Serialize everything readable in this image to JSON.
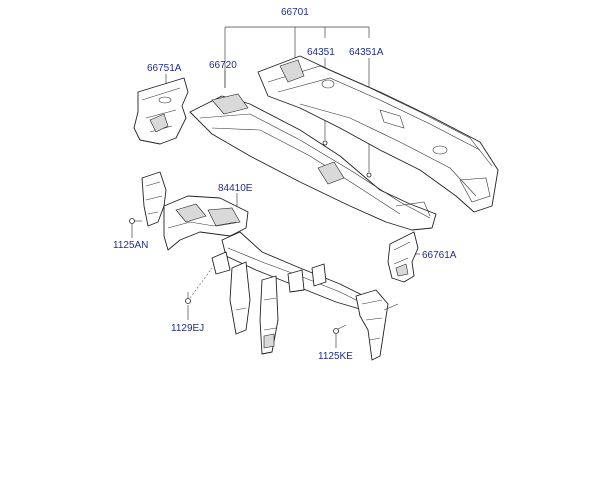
{
  "labels": {
    "p66701": "66701",
    "p64351": "64351",
    "p64351a": "64351A",
    "p66751a": "66751A",
    "p66720": "66720",
    "p84410e": "84410E",
    "p1125an": "1125AN",
    "p66761a": "66761A",
    "p1129ej": "1129EJ",
    "p1125ke": "1125KE"
  },
  "colors": {
    "label": "#1f2e8f",
    "line": "#222222",
    "background": "#ffffff"
  }
}
